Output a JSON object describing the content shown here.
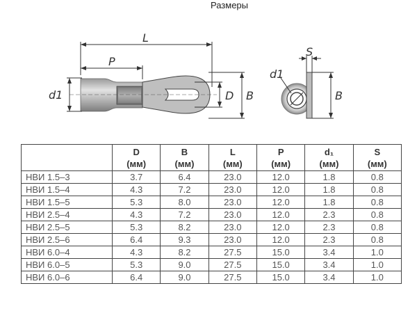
{
  "title": "Размеры",
  "diagram": {
    "labels": {
      "L": "L",
      "P": "P",
      "d1": "d1",
      "D": "D",
      "B": "B",
      "S": "S",
      "d1_side": "d1",
      "B_side": "B"
    }
  },
  "table": {
    "headers": [
      {
        "name": "",
        "unit": ""
      },
      {
        "name": "D",
        "unit": "(мм)"
      },
      {
        "name": "B",
        "unit": "(мм)"
      },
      {
        "name": "L",
        "unit": "(мм)"
      },
      {
        "name": "P",
        "unit": "(мм)"
      },
      {
        "name": "d₁",
        "unit": "(мм)"
      },
      {
        "name": "S",
        "unit": "(мм)"
      }
    ],
    "rows": [
      [
        "НВИ 1.5–3",
        "3.7",
        "6.4",
        "23.0",
        "12.0",
        "1.8",
        "0.8"
      ],
      [
        "НВИ 1.5–4",
        "4.3",
        "7.2",
        "23.0",
        "12.0",
        "1.8",
        "0.8"
      ],
      [
        "НВИ 1.5–5",
        "5.3",
        "8.0",
        "23.0",
        "12.0",
        "1.8",
        "0.8"
      ],
      [
        "НВИ 2.5–4",
        "4.3",
        "7.2",
        "23.0",
        "12.0",
        "2.3",
        "0.8"
      ],
      [
        "НВИ 2.5–5",
        "5.3",
        "8.2",
        "23.0",
        "12.0",
        "2.3",
        "0.8"
      ],
      [
        "НВИ 2.5–6",
        "6.4",
        "9.3",
        "23.0",
        "12.0",
        "2.3",
        "0.8"
      ],
      [
        "НВИ 6.0–4",
        "4.3",
        "8.2",
        "27.5",
        "15.0",
        "3.4",
        "1.0"
      ],
      [
        "НВИ 6.0–5",
        "5.3",
        "9.0",
        "27.5",
        "15.0",
        "3.4",
        "1.0"
      ],
      [
        "НВИ 6.0–6",
        "6.4",
        "9.0",
        "27.5",
        "15.0",
        "3.4",
        "1.0"
      ]
    ]
  }
}
